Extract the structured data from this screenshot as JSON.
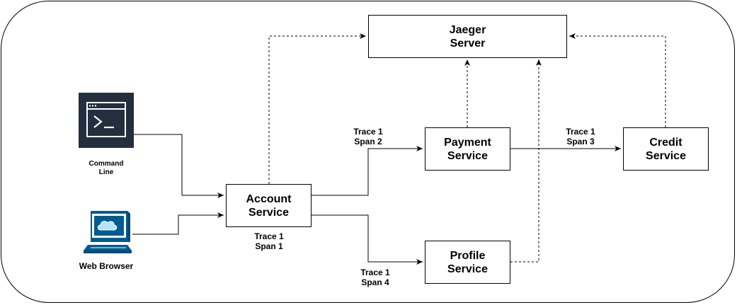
{
  "nodes": {
    "jaeger": {
      "line1": "Jaeger",
      "line2": "Server"
    },
    "account": {
      "line1": "Account",
      "line2": "Service"
    },
    "payment": {
      "line1": "Payment",
      "line2": "Service"
    },
    "credit": {
      "line1": "Credit",
      "line2": "Service"
    },
    "profile": {
      "line1": "Profile",
      "line2": "Service"
    }
  },
  "clients": {
    "command_line": {
      "line1": "Command",
      "line2": "Line",
      "icon": "terminal-icon"
    },
    "web_browser": {
      "label": "Web Browser",
      "icon": "web-browser-icon"
    }
  },
  "edge_labels": {
    "account": {
      "line1": "Trace 1",
      "line2": "Span 1"
    },
    "payment": {
      "line1": "Trace 1",
      "line2": "Span 2"
    },
    "credit": {
      "line1": "Trace 1",
      "line2": "Span 3"
    },
    "profile": {
      "line1": "Trace 1",
      "line2": "Span 4"
    }
  },
  "colors": {
    "terminal_bg": "#232f3e",
    "browser_blue": "#005b8f",
    "line": "#000000"
  }
}
